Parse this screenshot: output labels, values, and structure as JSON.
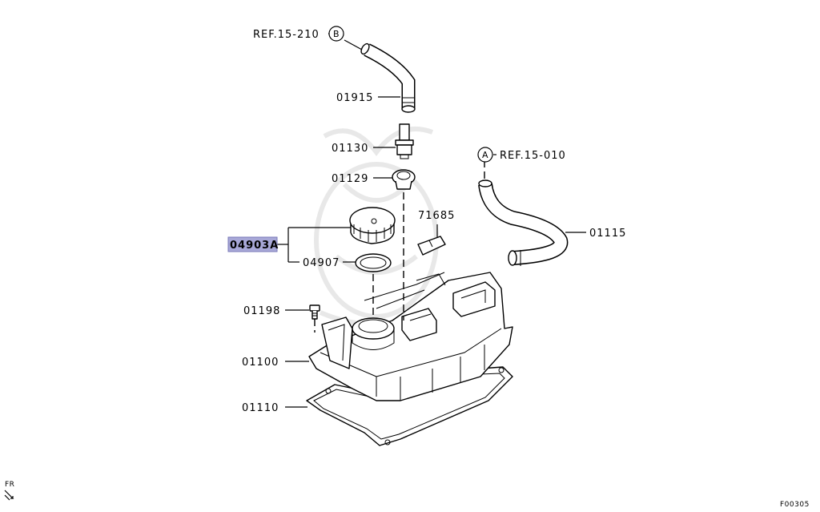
{
  "labels": {
    "ref_b": "REF.15-210",
    "circle_b": "B",
    "ref_a": "REF.15-010",
    "circle_a": "A",
    "p01915": "01915",
    "p01130": "01130",
    "p01129": "01129",
    "p71685": "71685",
    "p01115": "01115",
    "p04903a": "04903A",
    "p04907": "04907",
    "p01198": "01198",
    "p01100": "01100",
    "p01110": "01110",
    "fr": "FR",
    "figure_code": "F00305"
  },
  "colors": {
    "highlight": "#a8a8d8",
    "line": "#000000",
    "watermark": "#e6e6e6"
  }
}
